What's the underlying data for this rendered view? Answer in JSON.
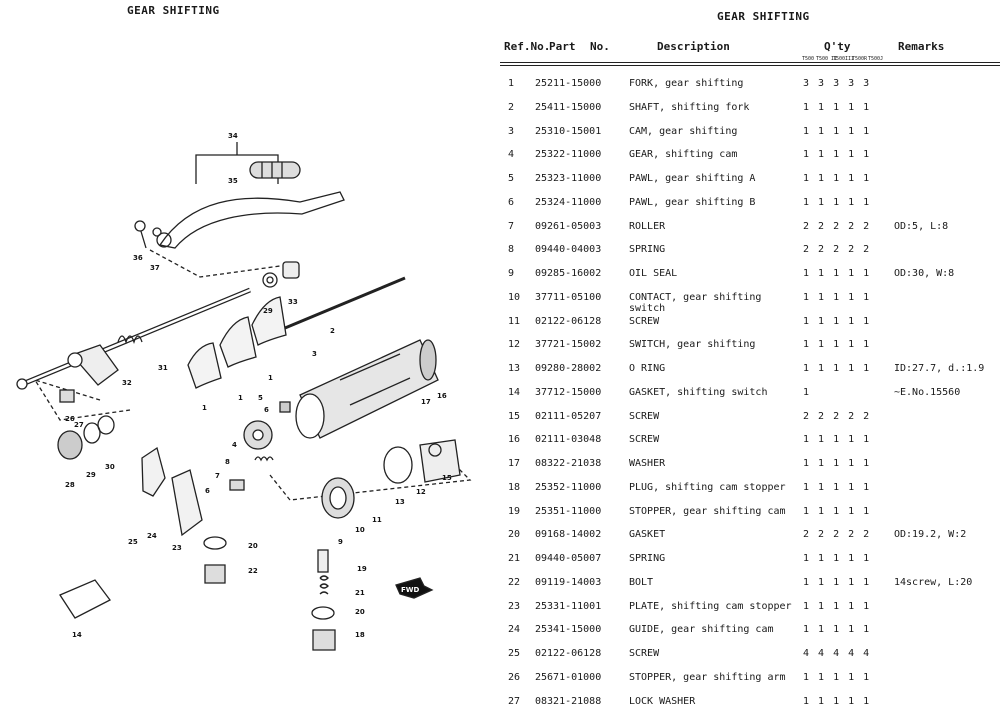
{
  "left_title": "GEAR SHIFTING",
  "right_title": "GEAR SHIFTING",
  "table": {
    "headers": {
      "ref": "Ref.No.",
      "part": "Part",
      "no": "No.",
      "desc": "Description",
      "qty": "Q'ty",
      "remarks": "Remarks"
    },
    "qty_models": [
      "T500",
      "T500 II",
      "T500III",
      "T500R",
      "T500J"
    ],
    "rows": [
      {
        "ref": "1",
        "part": "25211-15000",
        "desc": "FORK, gear shifting",
        "qty": "3 3 3 3 3",
        "rem": ""
      },
      {
        "ref": "2",
        "part": "25411-15000",
        "desc": "SHAFT, shifting fork",
        "qty": "1 1 1 1 1",
        "rem": ""
      },
      {
        "ref": "3",
        "part": "25310-15001",
        "desc": "CAM, gear shifting",
        "qty": "1 1 1 1 1",
        "rem": ""
      },
      {
        "ref": "4",
        "part": "25322-11000",
        "desc": "GEAR, shifting cam",
        "qty": "1 1 1 1 1",
        "rem": ""
      },
      {
        "ref": "5",
        "part": "25323-11000",
        "desc": "PAWL, gear shifting A",
        "qty": "1 1 1 1 1",
        "rem": ""
      },
      {
        "ref": "6",
        "part": "25324-11000",
        "desc": "PAWL, gear shifting B",
        "qty": "1 1 1 1 1",
        "rem": ""
      },
      {
        "ref": "7",
        "part": "09261-05003",
        "desc": "ROLLER",
        "qty": "2 2 2 2 2",
        "rem": "OD:5, L:8"
      },
      {
        "ref": "8",
        "part": "09440-04003",
        "desc": "SPRING",
        "qty": "2 2 2 2 2",
        "rem": ""
      },
      {
        "ref": "9",
        "part": "09285-16002",
        "desc": "OIL SEAL",
        "qty": "1 1 1 1 1",
        "rem": "OD:30, W:8"
      },
      {
        "ref": "10",
        "part": "37711-05100",
        "desc": "CONTACT, gear shifting",
        "desc2": "switch",
        "qty": "1 1 1 1 1",
        "rem": ""
      },
      {
        "ref": "11",
        "part": "02122-06128",
        "desc": "SCREW",
        "qty": "1 1 1 1 1",
        "rem": ""
      },
      {
        "ref": "12",
        "part": "37721-15002",
        "desc": "SWITCH, gear shifting",
        "qty": "1 1 1 1 1",
        "rem": ""
      },
      {
        "ref": "13",
        "part": "09280-28002",
        "desc": "O RING",
        "qty": "1 1 1 1 1",
        "rem": "ID:27.7, d.:1.9"
      },
      {
        "ref": "14",
        "part": "37712-15000",
        "desc": "GASKET, shifting switch",
        "qty": "1",
        "rem": "~E.No.15560"
      },
      {
        "ref": "15",
        "part": "02111-05207",
        "desc": "SCREW",
        "qty": "2 2 2 2 2",
        "rem": ""
      },
      {
        "ref": "16",
        "part": "02111-03048",
        "desc": "SCREW",
        "qty": "1 1 1 1 1",
        "rem": ""
      },
      {
        "ref": "17",
        "part": "08322-21038",
        "desc": "WASHER",
        "qty": "1 1 1 1 1",
        "rem": ""
      },
      {
        "ref": "18",
        "part": "25352-11000",
        "desc": "PLUG, shifting cam stopper",
        "qty": "1 1 1 1 1",
        "rem": ""
      },
      {
        "ref": "19",
        "part": "25351-11000",
        "desc": "STOPPER, gear shifting cam",
        "qty": "1 1 1 1 1",
        "rem": ""
      },
      {
        "ref": "20",
        "part": "09168-14002",
        "desc": "GASKET",
        "qty": "2 2 2 2 2",
        "rem": "OD:19.2, W:2"
      },
      {
        "ref": "21",
        "part": "09440-05007",
        "desc": "SPRING",
        "qty": "1 1 1 1 1",
        "rem": ""
      },
      {
        "ref": "22",
        "part": "09119-14003",
        "desc": "BOLT",
        "qty": "1 1 1 1 1",
        "rem": "14screw, L:20"
      },
      {
        "ref": "23",
        "part": "25331-11001",
        "desc": "PLATE, shifting cam stopper",
        "qty": "1 1 1 1 1",
        "rem": ""
      },
      {
        "ref": "24",
        "part": "25341-15000",
        "desc": "GUIDE, gear shifting cam",
        "qty": "1 1 1 1 1",
        "rem": ""
      },
      {
        "ref": "25",
        "part": "02122-06128",
        "desc": "SCREW",
        "qty": "4 4 4 4 4",
        "rem": ""
      },
      {
        "ref": "26",
        "part": "25671-01000",
        "desc": "STOPPER, gear shifting arm",
        "qty": "1 1 1 1 1",
        "rem": ""
      },
      {
        "ref": "27",
        "part": "08321-21088",
        "desc": "LOCK WASHER",
        "qty": "1 1 1 1 1",
        "rem": ""
      }
    ]
  },
  "diagram": {
    "callouts": [
      "1",
      "1",
      "1",
      "2",
      "3",
      "4",
      "5",
      "6",
      "7",
      "8",
      "9",
      "10",
      "11",
      "12",
      "13",
      "14",
      "15",
      "16",
      "17",
      "18",
      "19",
      "20",
      "20",
      "21",
      "22",
      "23",
      "24",
      "25",
      "26",
      "27",
      "28",
      "29",
      "29",
      "30",
      "31",
      "32",
      "33",
      "34",
      "35",
      "36",
      "37"
    ],
    "fwd_label": "FWD"
  }
}
